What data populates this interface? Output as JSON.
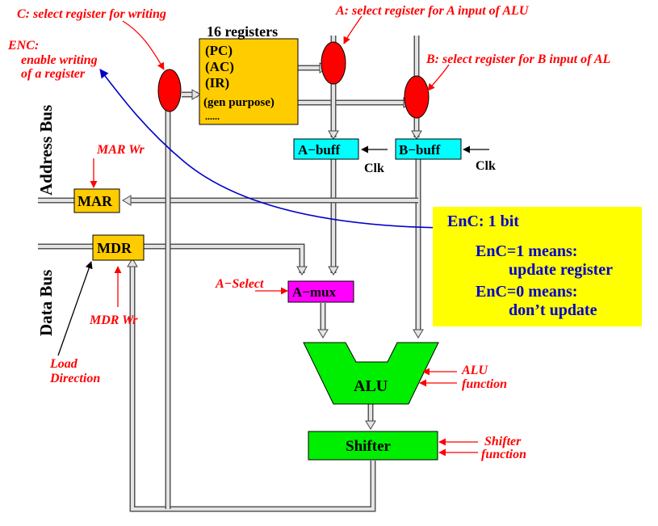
{
  "regfile": {
    "title": "16 registers",
    "rows": [
      "(PC)",
      "(AC)",
      "(IR)",
      "(gen purpose)",
      "......"
    ]
  },
  "components": {
    "a_buff": "A−buff",
    "b_buff": "B−buff",
    "mar": "MAR",
    "mdr": "MDR",
    "a_mux": "A−mux",
    "alu": "ALU",
    "shifter": "Shifter"
  },
  "annotations": {
    "c_select": "C: select register for writing",
    "a_select": "A: select register for A input of ALU",
    "b_select": "B: select register for B input of AL",
    "enc": [
      "ENC:",
      "enable writing",
      "of a register"
    ],
    "mar_wr": "MAR Wr",
    "mdr_wr": "MDR  Wr",
    "a_select_ctrl": "A−Select",
    "load_direction": [
      "Load",
      "Direction"
    ],
    "alu_function": [
      "ALU",
      "function"
    ],
    "shifter_function": [
      "Shifter",
      "function"
    ]
  },
  "labels": {
    "clk_a": "Clk",
    "clk_b": "Clk",
    "address_bus": "Address Bus",
    "data_bus": "Data Bus"
  },
  "info_box": {
    "title": "EnC: 1 bit",
    "lines": [
      "EnC=1 means:",
      "update register",
      "EnC=0 means:",
      "don’t update"
    ]
  },
  "colors": {
    "register_fill": "#ffcc00",
    "selector_fill": "#ff0000",
    "buffer_fill": "#00ffff",
    "amux_fill": "#ff00ff",
    "alu_fill": "#00ee00",
    "info_box_fill": "#ffff00",
    "annotation_text": "#ff0000",
    "info_text": "#0000cc"
  }
}
